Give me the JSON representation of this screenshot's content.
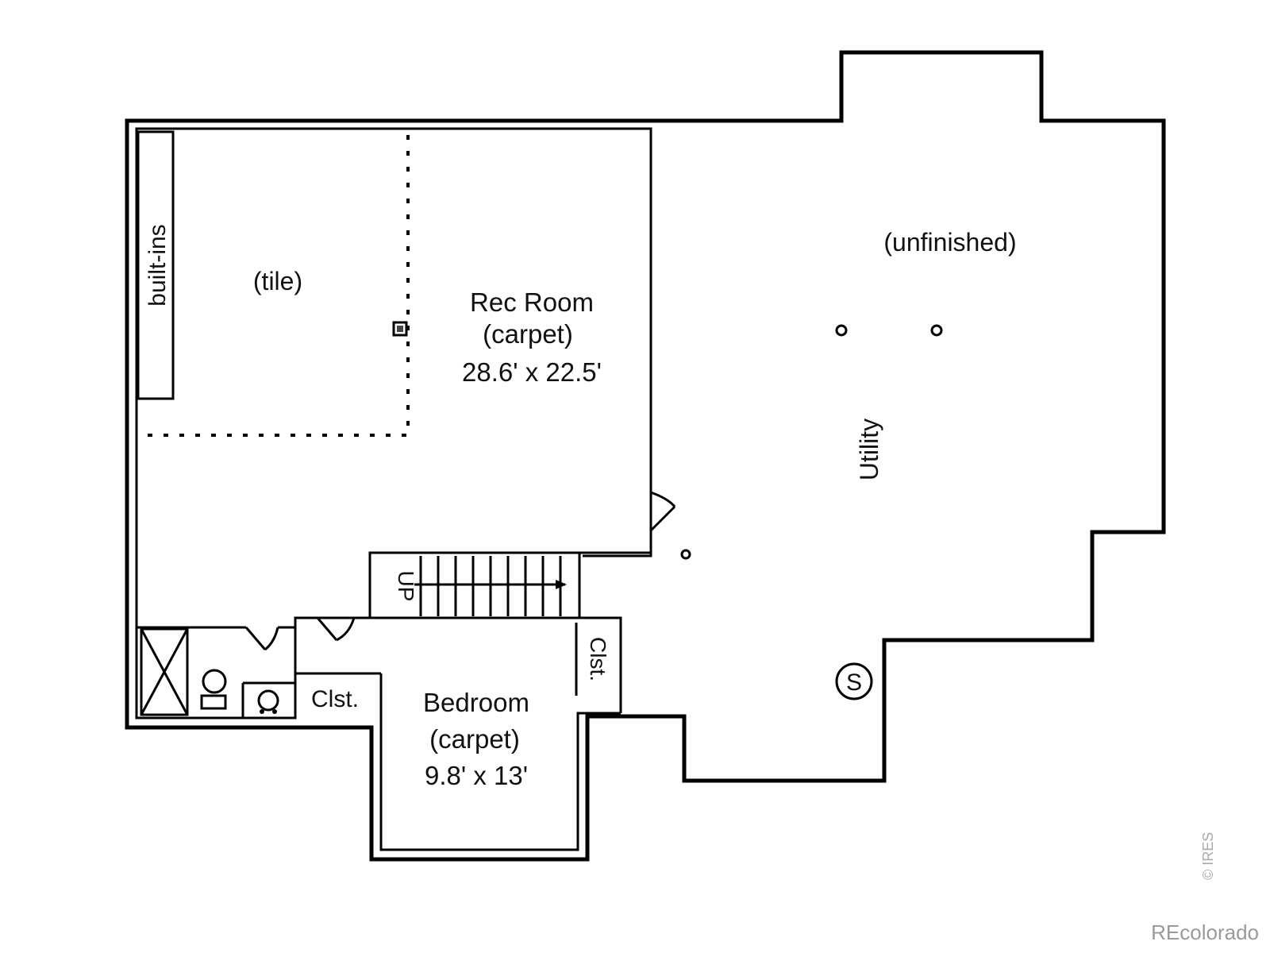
{
  "rooms": {
    "tile_note": "(tile)",
    "builtins": "built-ins",
    "rec_room_name": "Rec Room",
    "rec_room_floor": "(carpet)",
    "rec_room_size": "28.6' x 22.5'",
    "utility_note": "(unfinished)",
    "utility_name": "Utility",
    "bedroom_name": "Bedroom",
    "bedroom_floor": "(carpet)",
    "bedroom_size": "9.8' x 13'",
    "closet_1": "Clst.",
    "closet_2": "Clst.",
    "stair_label": "UP",
    "sump_symbol": "S"
  },
  "watermark": "REcolorado",
  "credit": "© IRES"
}
